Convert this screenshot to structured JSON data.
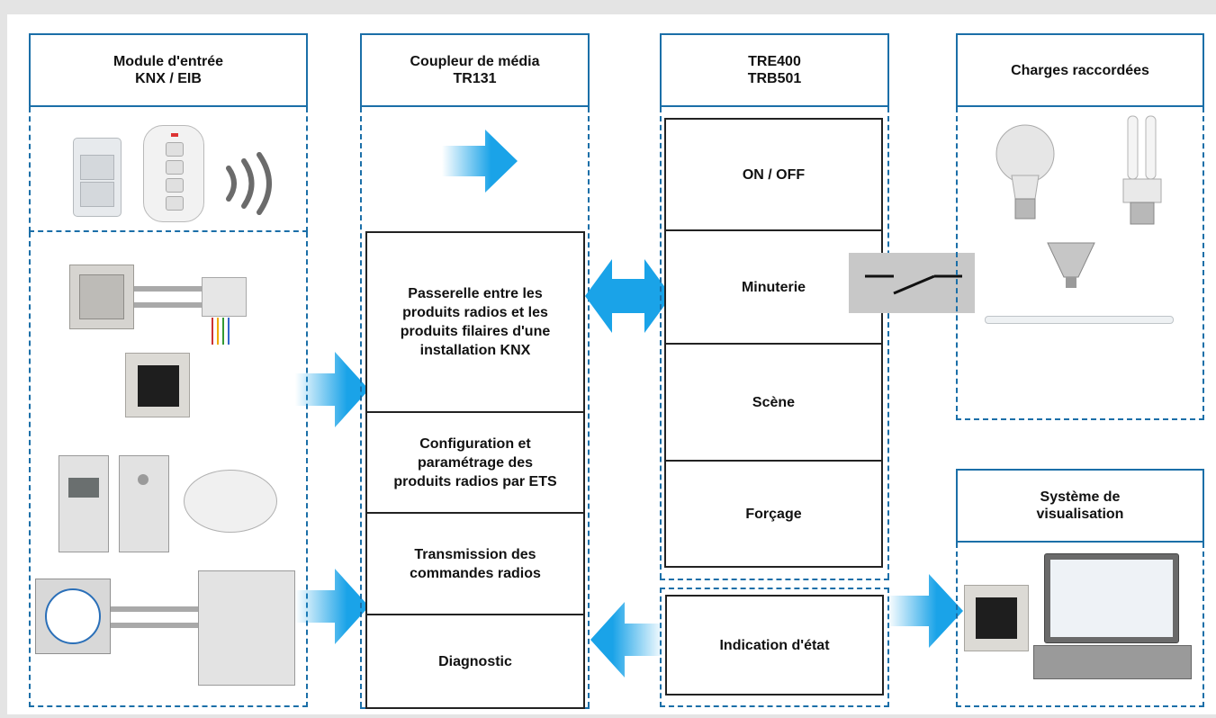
{
  "columns": {
    "input": {
      "title": "Module d'entrée\nKNX / EIB"
    },
    "coupler": {
      "title": "Coupleur de média\nTR131",
      "functions": [
        "Passerelle entre les\nproduits radios et les\nproduits filaires d'une\ninstallation KNX",
        "Configuration et\nparamétrage des\nproduits radios par ETS",
        "Transmission des\ncommandes radios",
        "Diagnostic"
      ]
    },
    "actuator": {
      "title": "TRE400\nTRB501",
      "functions": [
        "ON / OFF",
        "Minuterie",
        "Scène",
        "Forçage"
      ],
      "status": "Indication d'état"
    },
    "loads": {
      "title": "Charges raccordées"
    },
    "visualisation": {
      "title": "Système de\nvisualisation"
    }
  },
  "icons": [
    "radio-wave-icon",
    "switch-contact-icon",
    "arrow-right-icon",
    "arrow-left-icon",
    "double-arrow-icon"
  ],
  "colors": {
    "frame": "#1b6fa8",
    "arrow": "#1aa3e8",
    "switch_box": "#c8c8c8"
  }
}
